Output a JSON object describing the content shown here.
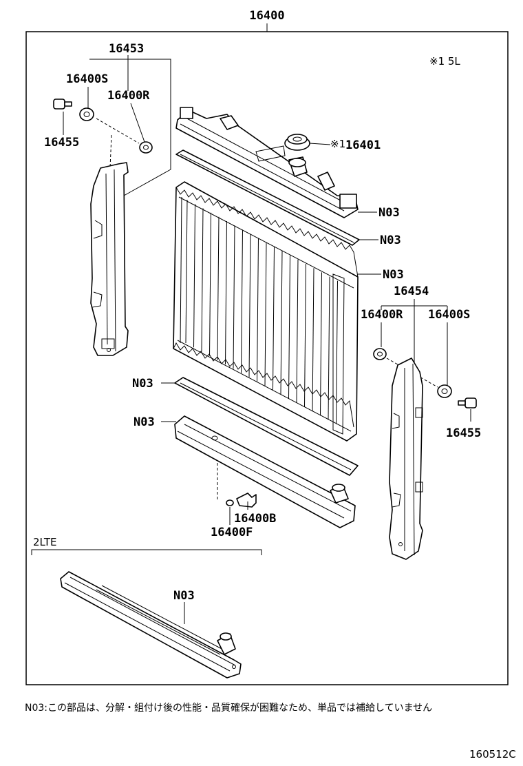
{
  "labels": {
    "assembly": "16400",
    "bracket_left": "16453",
    "cushion_s_left": "16400S",
    "cushion_r_left": "16400R",
    "bolt_left": "16455",
    "cap": "16401",
    "cap_mark": "※1",
    "engine_note": "※1  5L",
    "n03_tank_upper": "N03",
    "n03_gasket_upper": "N03",
    "n03_core": "N03",
    "bracket_right": "16454",
    "cushion_r_right": "16400R",
    "cushion_s_right": "16400S",
    "bolt_right": "16455",
    "n03_gasket_lower": "N03",
    "n03_tank_lower": "N03",
    "drain_cock": "16400B",
    "drain_gasket": "16400F",
    "variant": "2LTE",
    "n03_variant_tank": "N03"
  },
  "footnote": "N03:この部品は、分解・組付け後の性能・品質確保が困難なため、単品では補給していません",
  "diagram_code": "160512C"
}
